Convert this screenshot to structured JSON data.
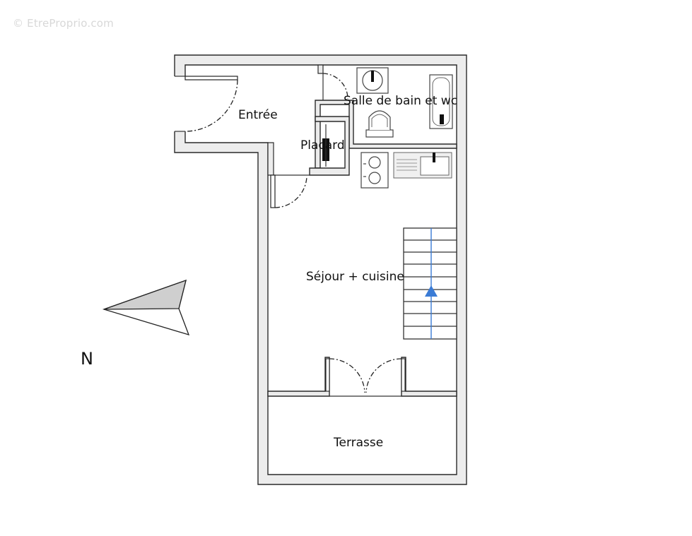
{
  "watermark": "© EtreProprio.com",
  "compass": {
    "label": "N"
  },
  "rooms": {
    "entree": "Entrée",
    "salle_de_bain": "Salle de bain et wc",
    "placard": "Placard",
    "sejour": "Séjour + cuisine",
    "terrasse": "Terrasse"
  },
  "colors": {
    "wall_fill": "#ececec",
    "stair_arrow": "#3a7bd5",
    "compass_fill": "#cfcfcf"
  }
}
